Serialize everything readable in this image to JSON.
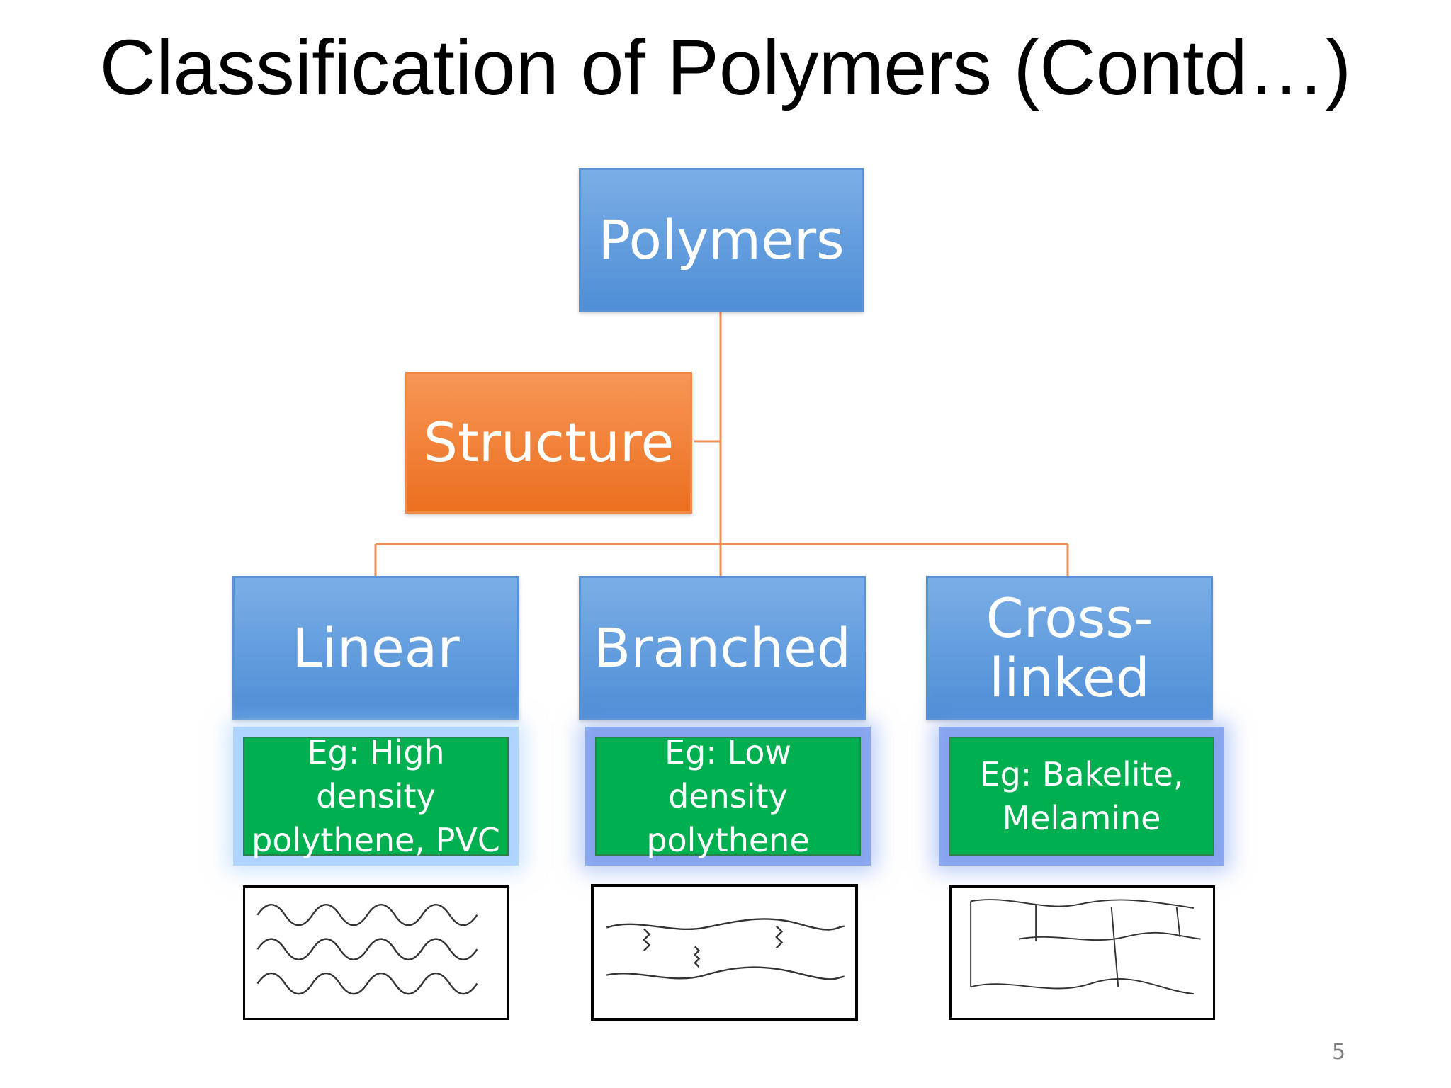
{
  "slide": {
    "title": "Classification of Polymers (Contd…)",
    "page_number": "5"
  },
  "diagram": {
    "root": "Polymers",
    "category": "Structure",
    "types": [
      {
        "name": "Linear",
        "example": "Eg: High density polythene, PVC"
      },
      {
        "name": "Branched",
        "example": "Eg: Low density polythene"
      },
      {
        "name": "Cross-linked",
        "example": "Eg: Bakelite, Melamine"
      }
    ]
  },
  "colors": {
    "blue_box": "#5b9bd5",
    "orange_box": "#ed7d31",
    "green_box": "#00b050",
    "connector": "#ed7d31"
  }
}
